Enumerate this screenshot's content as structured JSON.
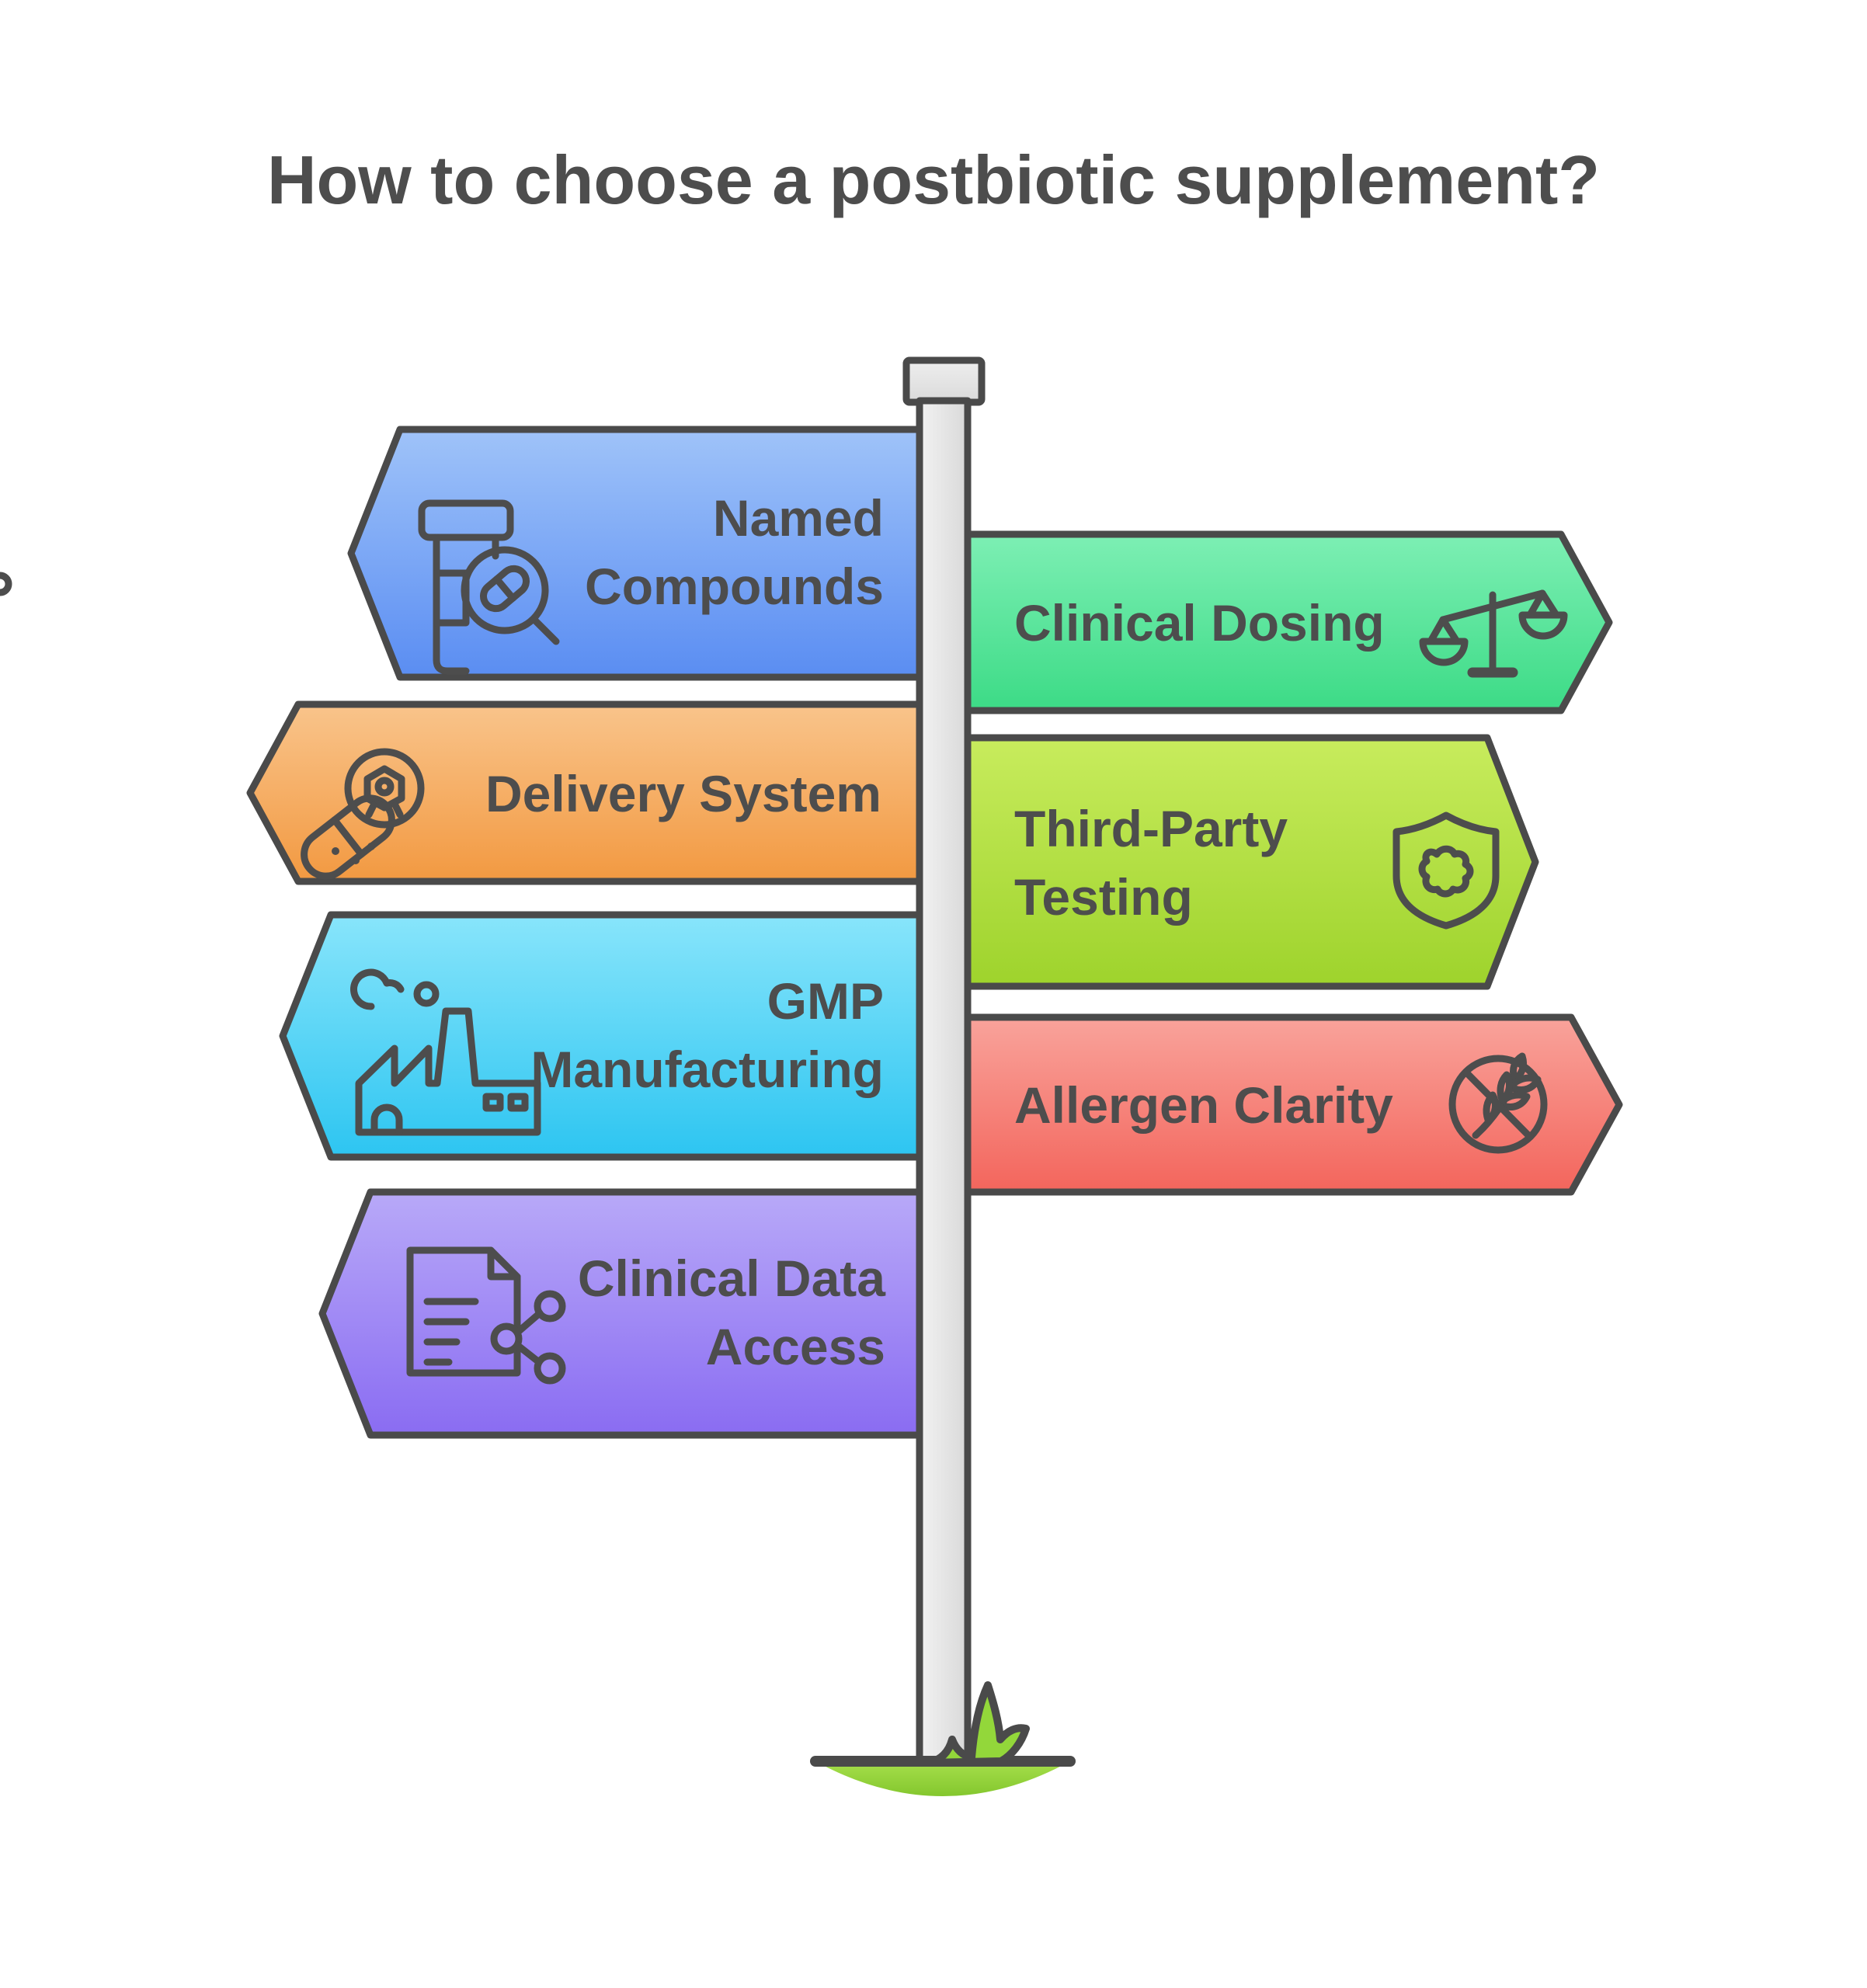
{
  "title": "How to choose a postbiotic supplement?",
  "signpost": {
    "pole": "signpost pole",
    "ground": "grass mound"
  },
  "colors": {
    "background": "#ffffff",
    "outline": "#4a4a4a",
    "text": "#4d4d4d",
    "pole_light": "#efefef",
    "pole_dark": "#dcdcdc",
    "grass_top": "#a6df4b",
    "grass_bottom": "#84c72e"
  },
  "signs": [
    {
      "id": "named-compounds",
      "side": "left",
      "icon": "pill-bottle-magnifier-icon",
      "color_top": "#9fc3f9",
      "color_bottom": "#5a8df2",
      "label_lines": [
        "Named",
        "Compounds"
      ]
    },
    {
      "id": "clinical-dosing",
      "side": "right",
      "icon": "balance-scale-icon",
      "color_top": "#7defb4",
      "color_bottom": "#3cdb86",
      "label_lines": [
        "Clinical Dosing"
      ]
    },
    {
      "id": "delivery-system",
      "side": "left",
      "icon": "capsule-microbe-icon",
      "color_top": "#f9c48b",
      "color_bottom": "#f29941",
      "label_lines": [
        "Delivery System"
      ]
    },
    {
      "id": "third-party-testing",
      "side": "right",
      "icon": "shield-germ-icon",
      "color_top": "#c8ec5d",
      "color_bottom": "#9ed32c",
      "label_lines": [
        "Third-Party",
        "Testing"
      ]
    },
    {
      "id": "gmp-manufacturing",
      "side": "left",
      "icon": "factory-icon",
      "color_top": "#88e5fb",
      "color_bottom": "#2dc5f1",
      "label_lines": [
        "GMP",
        "Manufacturing"
      ]
    },
    {
      "id": "allergen-clarity",
      "side": "right",
      "icon": "wheat-free-icon",
      "color_top": "#f9a39b",
      "color_bottom": "#f3655c",
      "label_lines": [
        "Allergen Clarity"
      ]
    },
    {
      "id": "clinical-data-access",
      "side": "left",
      "icon": "document-share-icon",
      "color_top": "#b8a9f8",
      "color_bottom": "#8a6cf2",
      "label_lines": [
        "Clinical Data",
        "Access"
      ]
    }
  ]
}
